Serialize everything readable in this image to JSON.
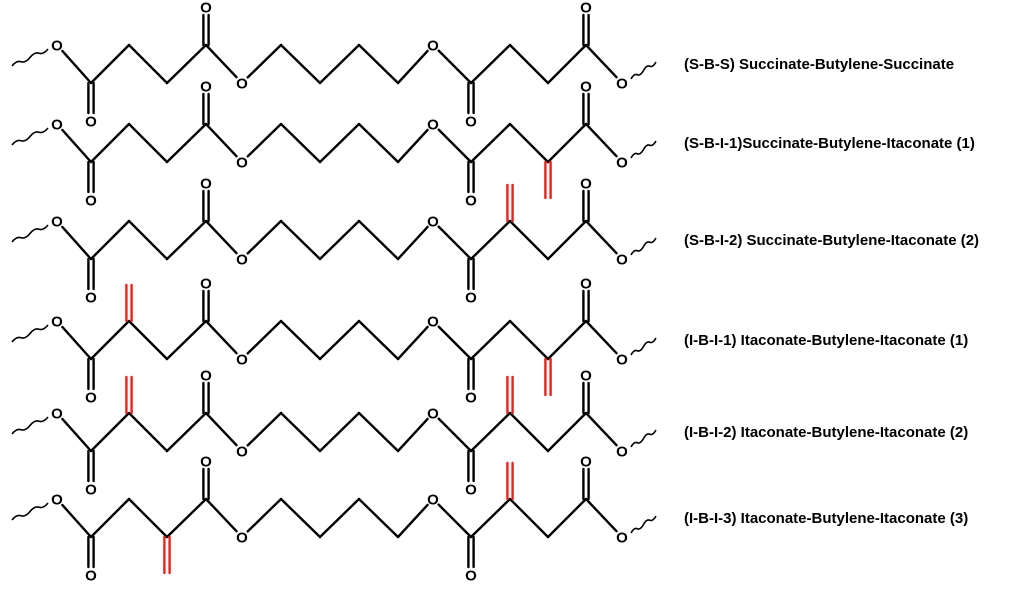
{
  "colors": {
    "bond": "#000000",
    "methylene": "#e8231b",
    "background": "#ffffff"
  },
  "atom_symbol": "O",
  "rows": [
    {
      "id": "sbs",
      "label": "(S-B-S) Succinate-Butylene-Succinate",
      "left_unit": "succinate",
      "right_unit": "succinate"
    },
    {
      "id": "sbi1",
      "label": "(S-B-I-1)Succinate-Butylene-Itaconate (1)",
      "left_unit": "succinate",
      "right_unit": "itaconate-near-end"
    },
    {
      "id": "sbi2",
      "label": "(S-B-I-2) Succinate-Butylene-Itaconate (2)",
      "left_unit": "succinate",
      "right_unit": "itaconate-near-butylene"
    },
    {
      "id": "ibi1",
      "label": "(I-B-I-1) Itaconate-Butylene-Itaconate (1)",
      "left_unit": "itaconate-near-end",
      "right_unit": "itaconate-near-end"
    },
    {
      "id": "ibi2",
      "label": "(I-B-I-2) Itaconate-Butylene-Itaconate (2)",
      "left_unit": "itaconate-near-end",
      "right_unit": "itaconate-near-butylene"
    },
    {
      "id": "ibi3",
      "label": "(I-B-I-3) Itaconate-Butylene-Itaconate (3)",
      "left_unit": "itaconate-near-butylene",
      "right_unit": "itaconate-near-butylene"
    }
  ]
}
